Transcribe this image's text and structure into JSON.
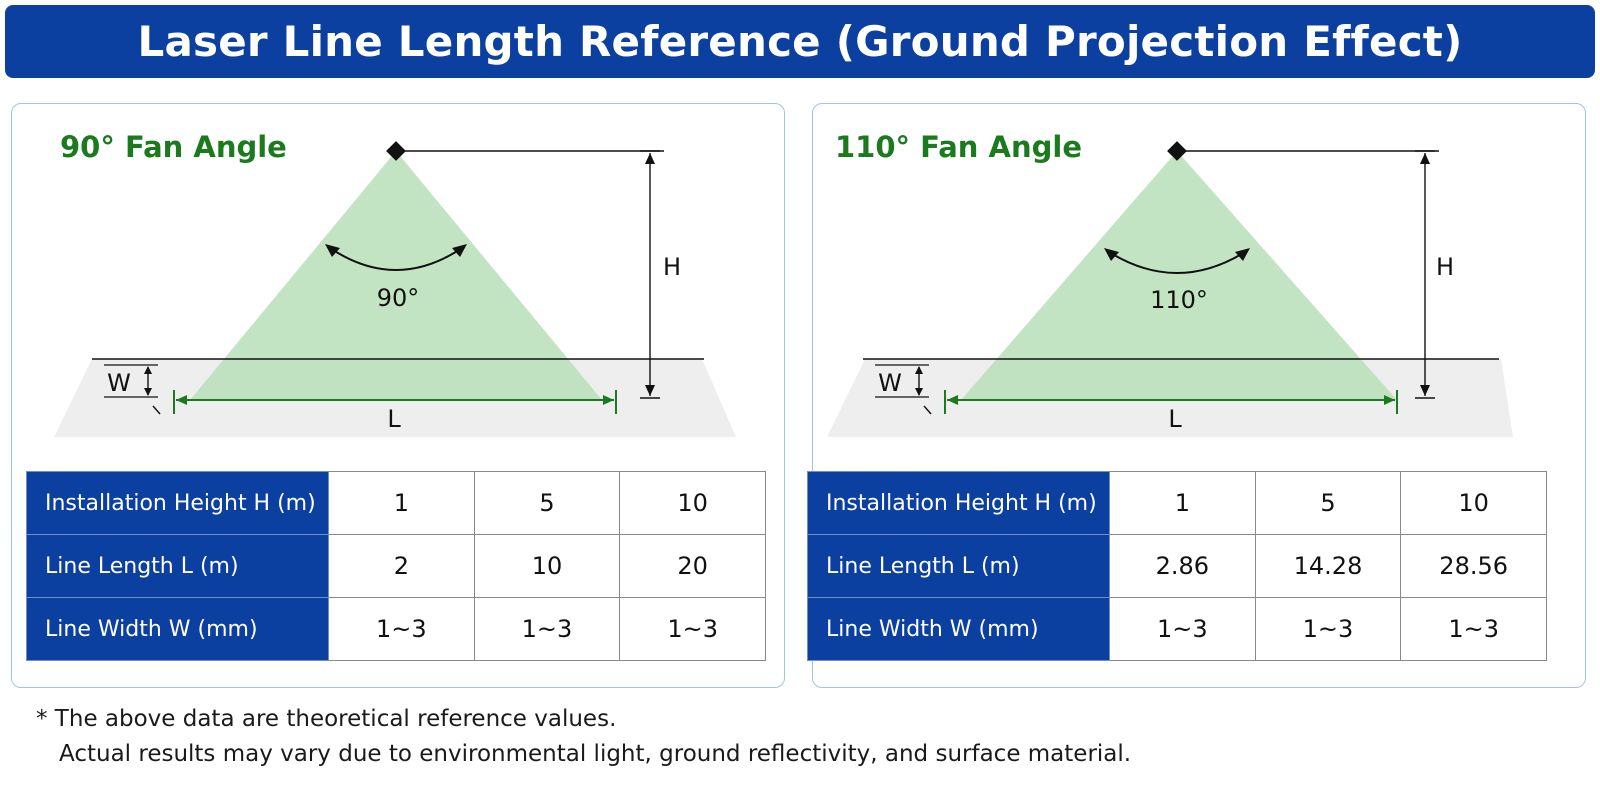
{
  "title": "Laser Line Length Reference (Ground Projection Effect)",
  "colors": {
    "title_bar": "#0b3fa0",
    "heading_green": "#1b7a1d",
    "laser_fan": "#b9dfb9",
    "ground": "#eeeeee",
    "panel_border": "#9ec4e6",
    "table_header": "#0b3fa0"
  },
  "panels": [
    {
      "heading": "90° Fan Angle",
      "angle_label": "90°",
      "height_label": "H",
      "width_label": "W",
      "length_label": "L",
      "table": {
        "rows": [
          {
            "label": "Installation Height H (m)",
            "values": [
              "1",
              "5",
              "10"
            ]
          },
          {
            "label": "Line Length  L (m)",
            "values": [
              "2",
              "10",
              "20"
            ]
          },
          {
            "label": "Line Width W (mm)",
            "values": [
              "1~3",
              "1~3",
              "1~3"
            ]
          }
        ]
      }
    },
    {
      "heading": "110° Fan Angle",
      "angle_label": "110°",
      "height_label": "H",
      "width_label": "W",
      "length_label": "L",
      "table": {
        "rows": [
          {
            "label": "Installation Height H (m)",
            "values": [
              "1",
              "5",
              "10"
            ]
          },
          {
            "label": "Line Length  L (m)",
            "values": [
              "2.86",
              "14.28",
              "28.56"
            ]
          },
          {
            "label": "Line Width W (mm)",
            "values": [
              "1~3",
              "1~3",
              "1~3"
            ]
          }
        ]
      }
    }
  ],
  "footnote": {
    "line1": "* The above data are theoretical reference values.",
    "line2": "Actual results may vary due to environmental light, ground reflectivity, and surface material."
  }
}
